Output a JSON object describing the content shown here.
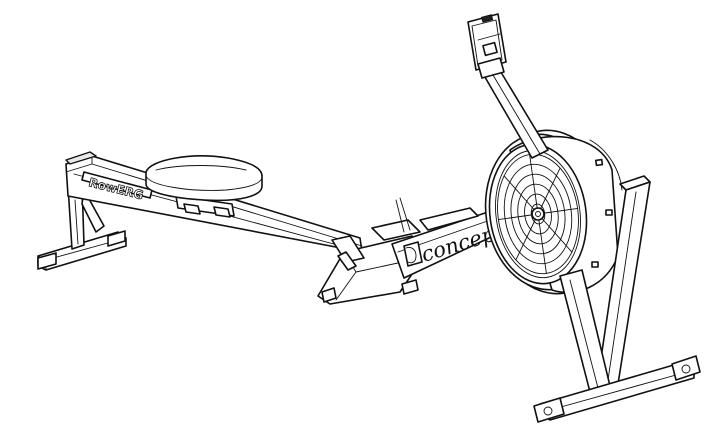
{
  "labels": {
    "model": "RowERG",
    "brand": "concept"
  },
  "colors": {
    "line": "#111111",
    "background": "#ffffff"
  },
  "fan": {
    "spokes": 8,
    "rings": 6
  }
}
